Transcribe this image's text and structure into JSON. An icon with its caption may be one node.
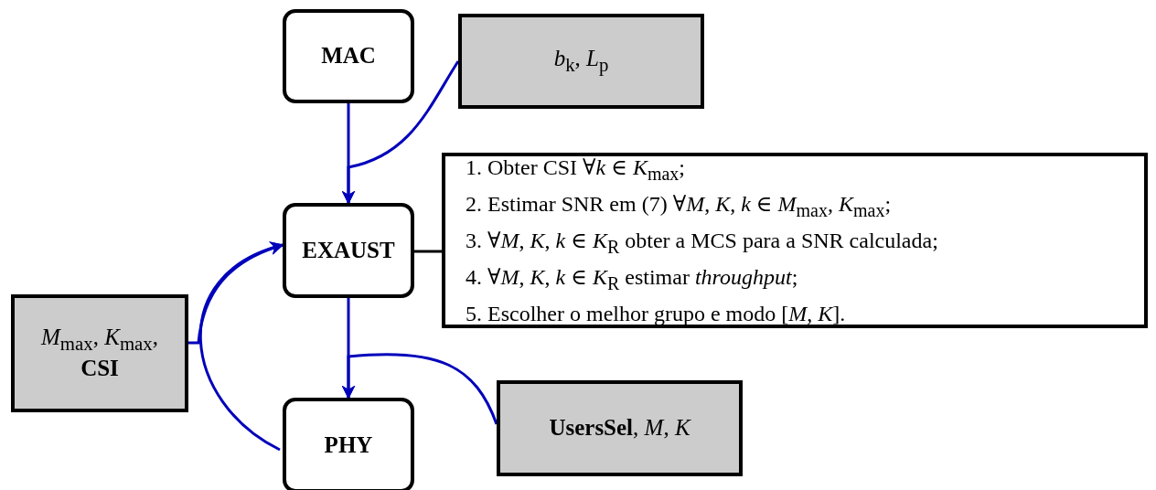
{
  "diagram": {
    "nodes": [
      {
        "text": [
          "MAC"
        ]
      },
      {
        "text": [
          "*b*$_{k}$, *L*$_{p}$"
        ]
      },
      {
        "text": [
          "EXAUST"
        ]
      },
      {
        "text": [
          "1. Obter CSI ∀*k* ∈ *K*$_{max}$;",
          "2. Estimar SNR em (7) ∀*M*, *K*, *k* ∈ *M*$_{max}$, *K*$_{max}$;",
          "3. ∀*M*, *K*, *k* ∈ *K*$_{R}$ obter a MCS para a SNR calculada;",
          "4. ∀*M*, *K*, *k* ∈ *K*$_{R}$ estimar *throughput*;",
          "5. Escolher o melhor grupo e modo [*M*, *K*]."
        ]
      },
      {
        "text": [
          "*M*$_{max}$, *K*$_{max}$,",
          "CSI"
        ]
      },
      {
        "text": [
          "PHY"
        ]
      },
      {
        "text": [
          "**UsersSel**, *M*, *K*"
        ]
      }
    ],
    "edges": [
      {
        "from": 0,
        "to": 2,
        "arrow": "to"
      },
      {
        "from": 1,
        "to": 2,
        "arrow": "to"
      },
      {
        "from": 2,
        "to": 3,
        "arrow": "none",
        "color": "#000000"
      },
      {
        "from": 2,
        "to": 5,
        "arrow": "to"
      },
      {
        "from": 6,
        "to": 5,
        "arrow": "to"
      },
      {
        "from": 5,
        "to": 2,
        "arrow": "to"
      },
      {
        "from": 4,
        "to": 2,
        "arrow": "to"
      }
    ]
  }
}
